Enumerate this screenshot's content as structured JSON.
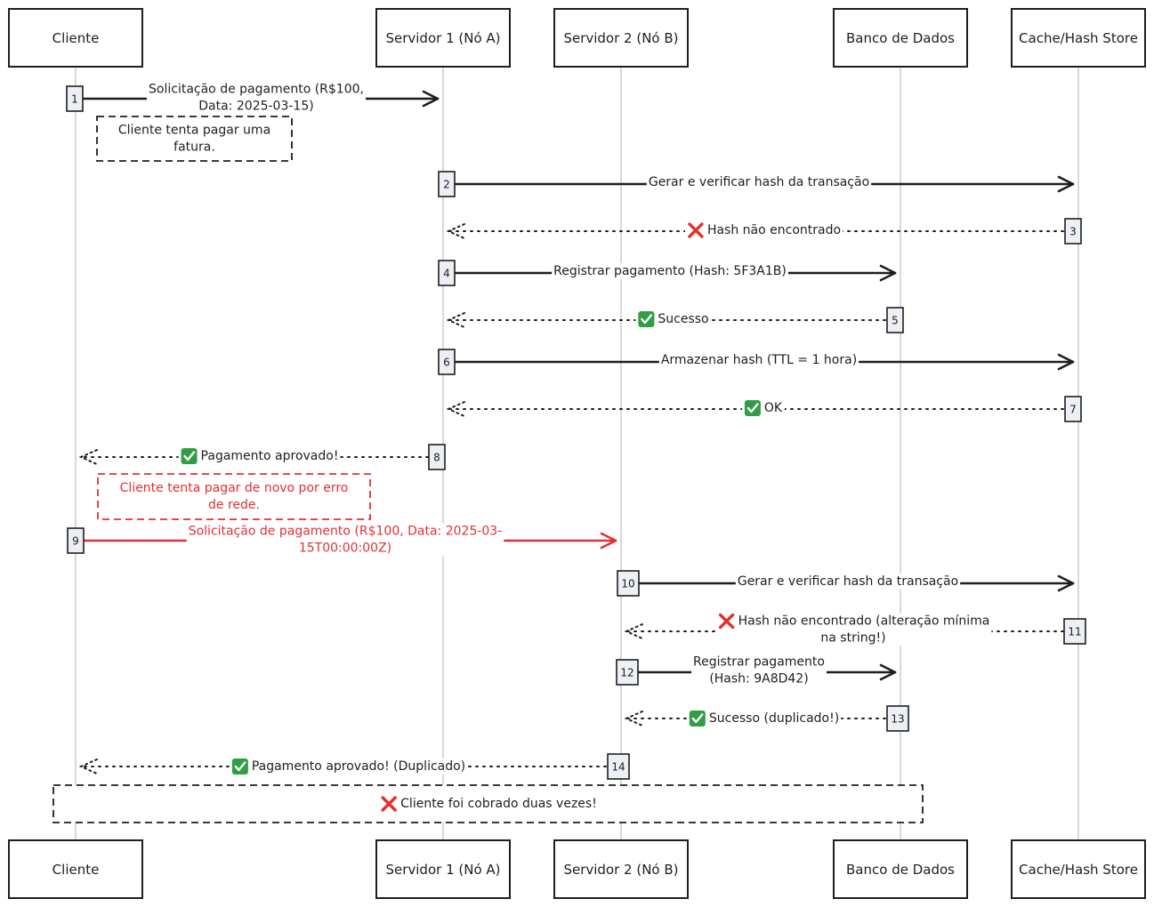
{
  "colors": {
    "ink": "#1e1e1e",
    "red": "#e03131",
    "check_green": "#2f9e44",
    "cross_red": "#e03131"
  },
  "actors": [
    {
      "id": "cliente",
      "label": "Cliente"
    },
    {
      "id": "s1",
      "label": "Servidor 1 (Nó A)"
    },
    {
      "id": "s2",
      "label": "Servidor 2 (Nó B)"
    },
    {
      "id": "db",
      "label": "Banco de Dados"
    },
    {
      "id": "cache",
      "label": "Cache/Hash Store"
    }
  ],
  "messages": [
    {
      "n": "1",
      "from": "cliente",
      "to": "s1",
      "kind": "solid",
      "color": "ink",
      "icon": "",
      "lines": [
        "Solicitação de pagamento (R$100,",
        "Data: 2025-03-15)"
      ]
    },
    {
      "n": "2",
      "from": "s1",
      "to": "cache",
      "kind": "solid",
      "color": "ink",
      "icon": "",
      "lines": [
        "Gerar e verificar hash da transação"
      ]
    },
    {
      "n": "3",
      "from": "cache",
      "to": "s1",
      "kind": "dotted",
      "color": "ink",
      "icon": "cross",
      "lines": [
        "Hash não encontrado"
      ]
    },
    {
      "n": "4",
      "from": "s1",
      "to": "db",
      "kind": "solid",
      "color": "ink",
      "icon": "",
      "lines": [
        "Registrar pagamento (Hash: 5F3A1B)"
      ]
    },
    {
      "n": "5",
      "from": "db",
      "to": "s1",
      "kind": "dotted",
      "color": "ink",
      "icon": "check",
      "lines": [
        "Sucesso"
      ]
    },
    {
      "n": "6",
      "from": "s1",
      "to": "cache",
      "kind": "solid",
      "color": "ink",
      "icon": "",
      "lines": [
        "Armazenar hash (TTL = 1 hora)"
      ]
    },
    {
      "n": "7",
      "from": "cache",
      "to": "s1",
      "kind": "dotted",
      "color": "ink",
      "icon": "check",
      "lines": [
        "OK"
      ]
    },
    {
      "n": "8",
      "from": "s1",
      "to": "cliente",
      "kind": "dotted",
      "color": "ink",
      "icon": "check",
      "lines": [
        "Pagamento aprovado!"
      ]
    },
    {
      "n": "9",
      "from": "cliente",
      "to": "s2",
      "kind": "solid",
      "color": "red",
      "icon": "",
      "lines": [
        "Solicitação de pagamento (R$100, Data: 2025-03-",
        "15T00:00:00Z)"
      ]
    },
    {
      "n": "10",
      "from": "s2",
      "to": "cache",
      "kind": "solid",
      "color": "ink",
      "icon": "",
      "lines": [
        "Gerar e verificar hash da transação"
      ]
    },
    {
      "n": "11",
      "from": "cache",
      "to": "s2",
      "kind": "dotted",
      "color": "ink",
      "icon": "cross",
      "lines": [
        "Hash não encontrado (alteração mínima",
        "na string!)"
      ]
    },
    {
      "n": "12",
      "from": "s2",
      "to": "db",
      "kind": "solid",
      "color": "ink",
      "icon": "",
      "lines": [
        "Registrar pagamento",
        "(Hash: 9A8D42)"
      ]
    },
    {
      "n": "13",
      "from": "db",
      "to": "s2",
      "kind": "dotted",
      "color": "ink",
      "icon": "check",
      "lines": [
        "Sucesso (duplicado!)"
      ]
    },
    {
      "n": "14",
      "from": "s2",
      "to": "cliente",
      "kind": "dotted",
      "color": "ink",
      "icon": "check",
      "lines": [
        "Pagamento aprovado! (Duplicado)"
      ]
    }
  ],
  "notes": [
    {
      "id": "note-1",
      "color": "ink",
      "icon": "",
      "lines": [
        "Cliente tenta pagar uma",
        "fatura."
      ]
    },
    {
      "id": "note-2",
      "color": "red",
      "icon": "",
      "lines": [
        "Cliente tenta pagar de novo por erro",
        "de rede."
      ]
    },
    {
      "id": "note-3",
      "color": "ink",
      "icon": "cross",
      "lines": [
        "Cliente foi cobrado duas vezes!"
      ]
    }
  ]
}
